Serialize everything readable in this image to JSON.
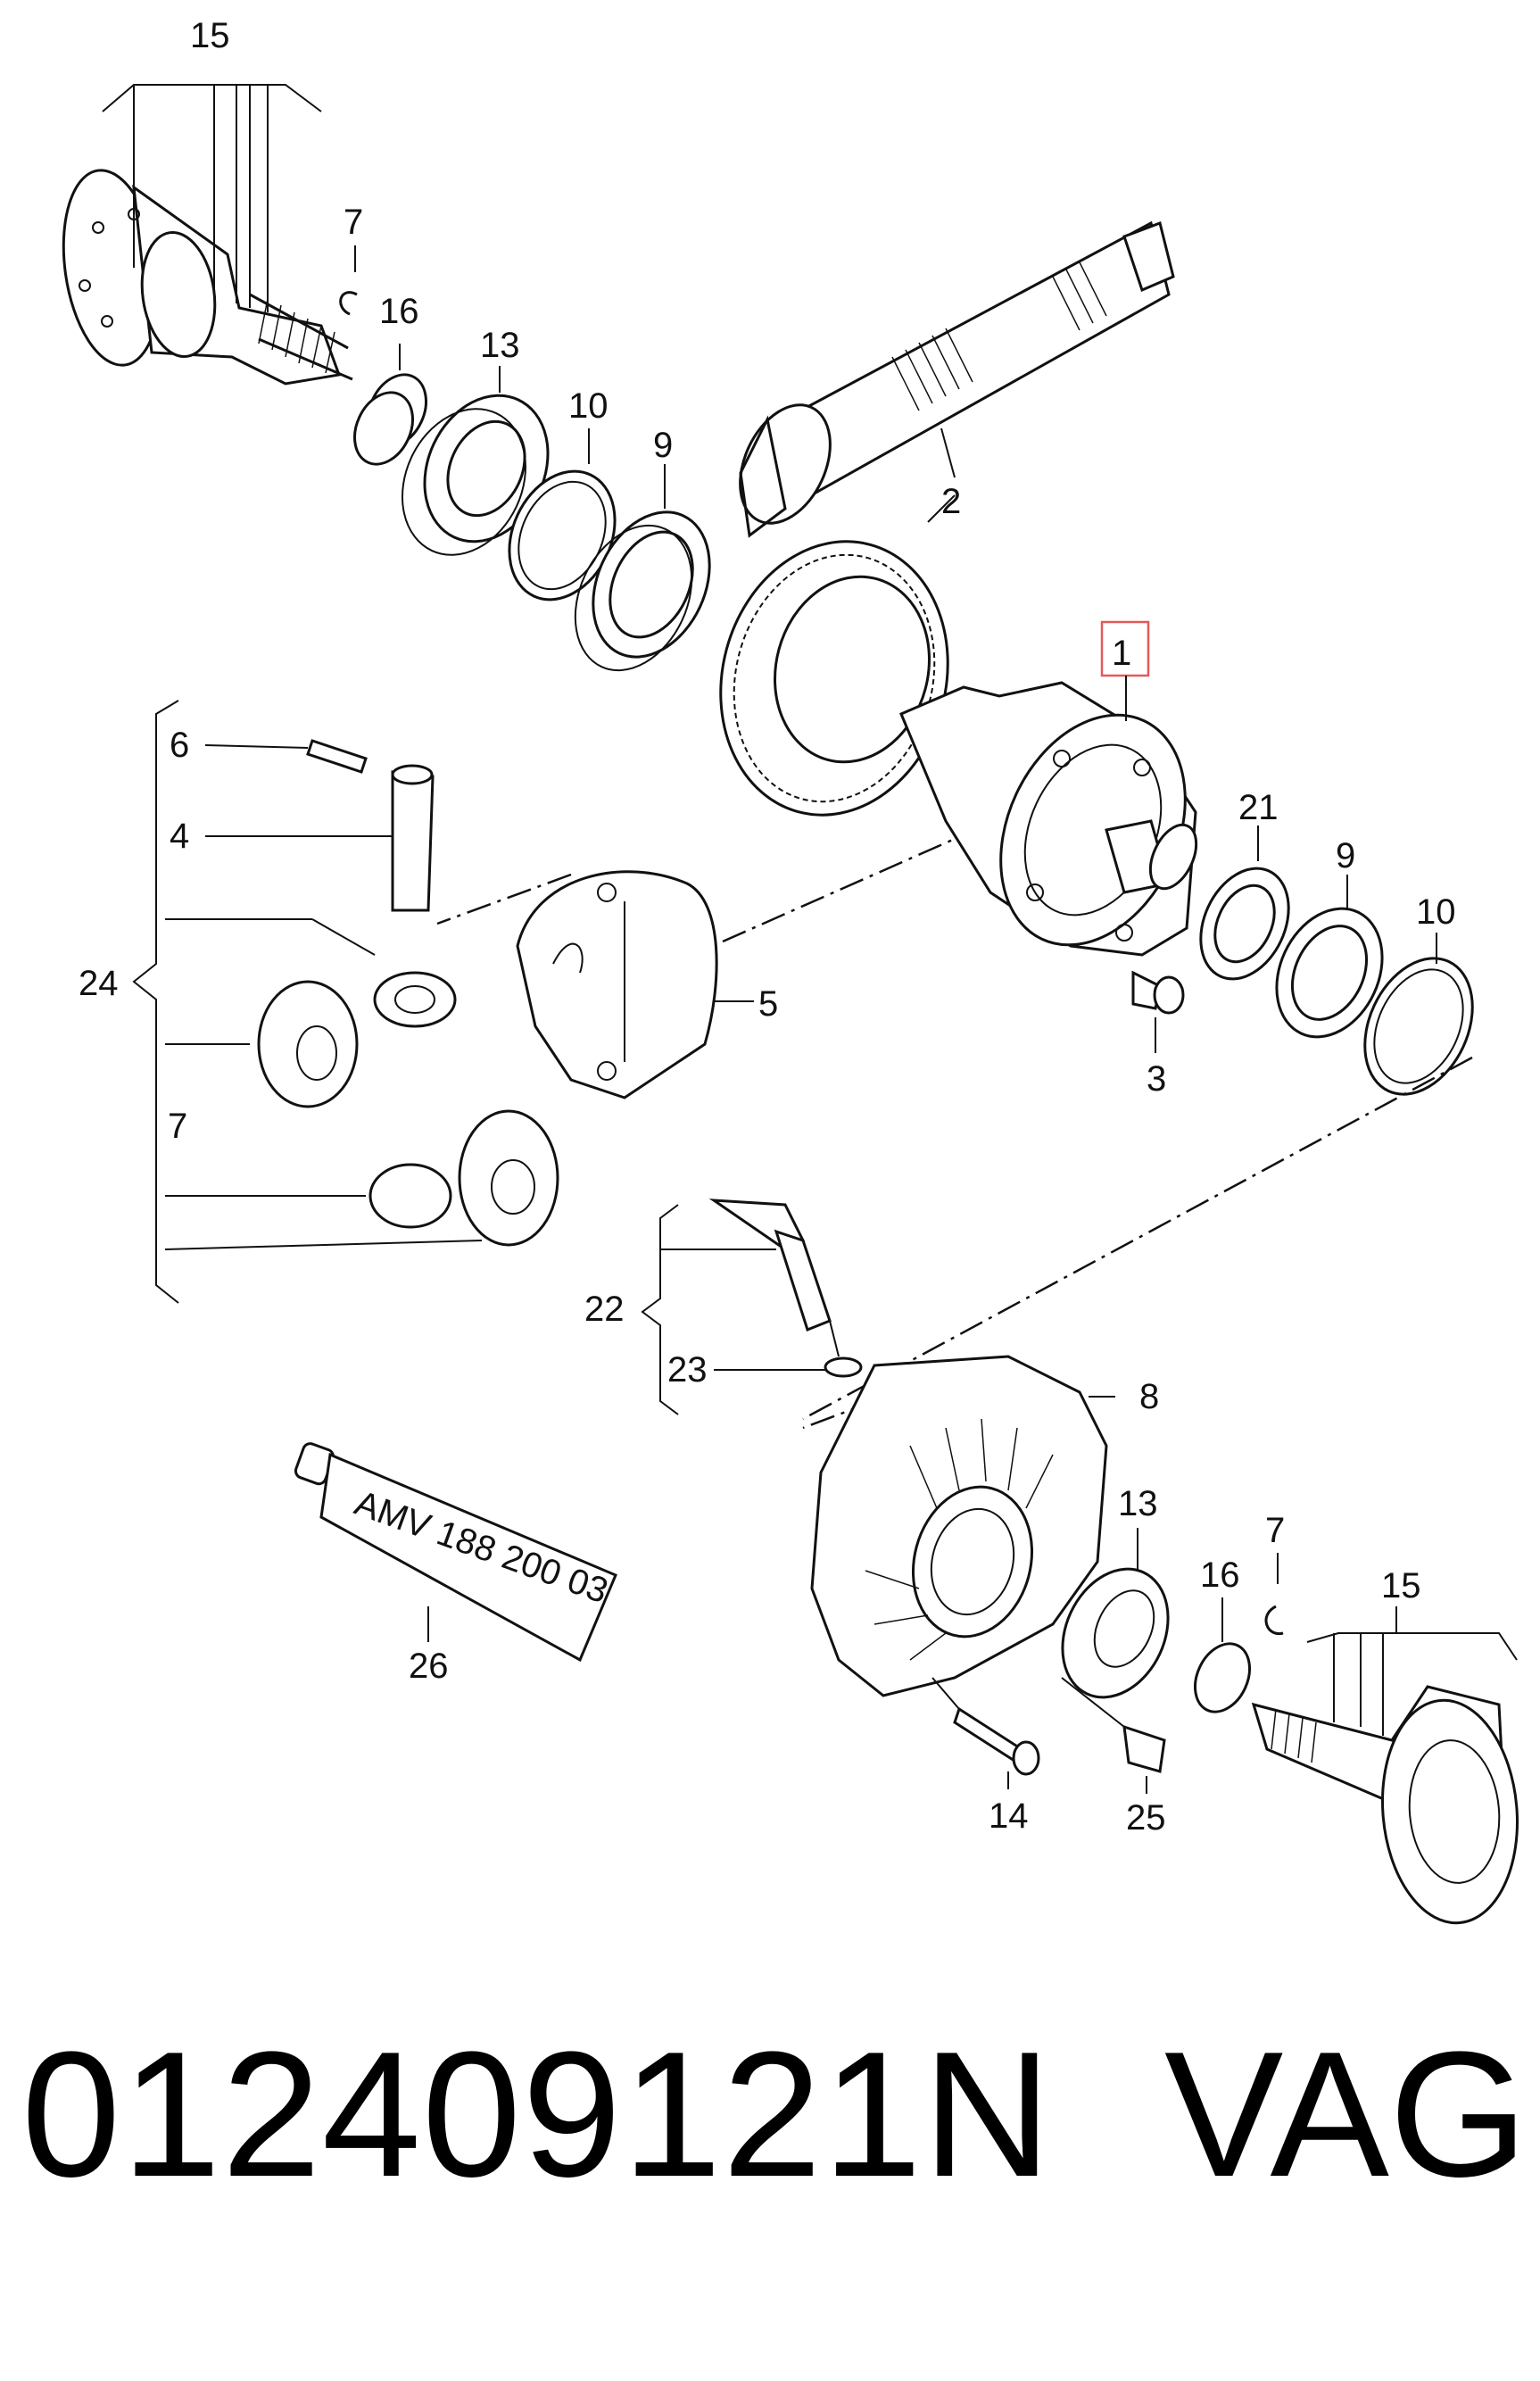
{
  "labels": {
    "l15a": "15",
    "l7a": "7",
    "l16a": "16",
    "l13a": "13",
    "l10a": "10",
    "l9a": "9",
    "l2": "2",
    "l1": "1",
    "l6": "6",
    "l4": "4",
    "l24": "24",
    "l7b": "7",
    "l5": "5",
    "l21": "21",
    "l9b": "9",
    "l10b": "10",
    "l3": "3",
    "l22": "22",
    "l23": "23",
    "l8": "8",
    "l13b": "13",
    "l7c": "7",
    "l16b": "16",
    "l15b": "15",
    "l26": "26",
    "l14": "14",
    "l25": "25"
  },
  "tube_text": "AMV 188 200 03",
  "footer": {
    "part_number": "012409121N",
    "brand": "VAG"
  },
  "colors": {
    "highlight": "#e35a5a",
    "ink": "#111111"
  }
}
